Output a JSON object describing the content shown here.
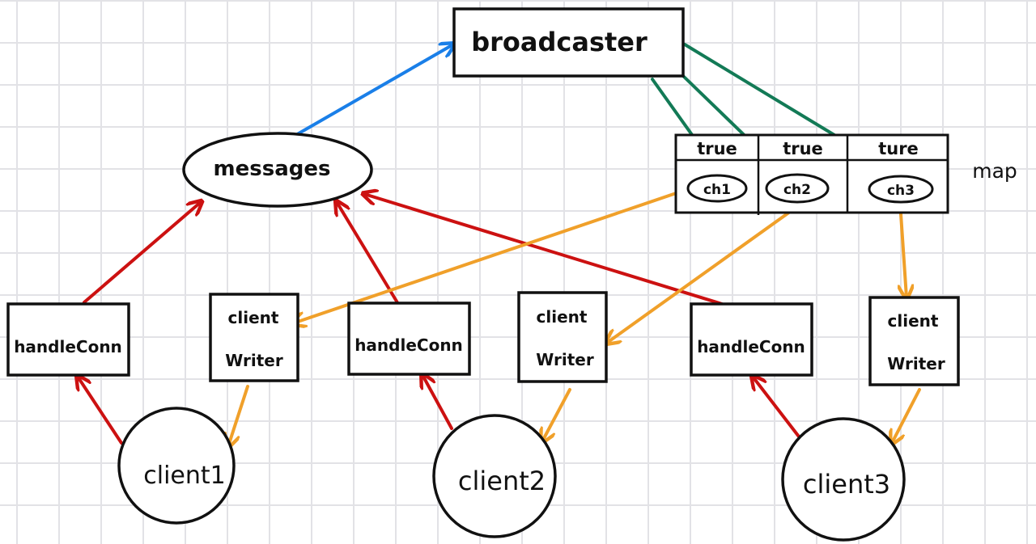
{
  "broadcaster": {
    "label": "broadcaster"
  },
  "messages": {
    "label": "messages"
  },
  "map": {
    "label": "map",
    "header": [
      "true",
      "true",
      "ture"
    ],
    "channels": [
      "ch1",
      "ch2",
      "ch3"
    ]
  },
  "handlers": [
    {
      "label": "handleConn"
    },
    {
      "label": "handleConn"
    },
    {
      "label": "handleConn"
    }
  ],
  "writers": [
    {
      "line1": "client",
      "line2": "Writer"
    },
    {
      "line1": "client",
      "line2": "Writer"
    },
    {
      "line1": "client",
      "line2": "Writer"
    }
  ],
  "clients": [
    {
      "label": "client1"
    },
    {
      "label": "client2"
    },
    {
      "label": "client3"
    }
  ],
  "colors": {
    "to_broadcaster": "#1a7fe8",
    "to_channels": "#137a56",
    "to_messages": "#cc1111",
    "to_writer": "#f0a02a",
    "stroke": "#111111"
  }
}
